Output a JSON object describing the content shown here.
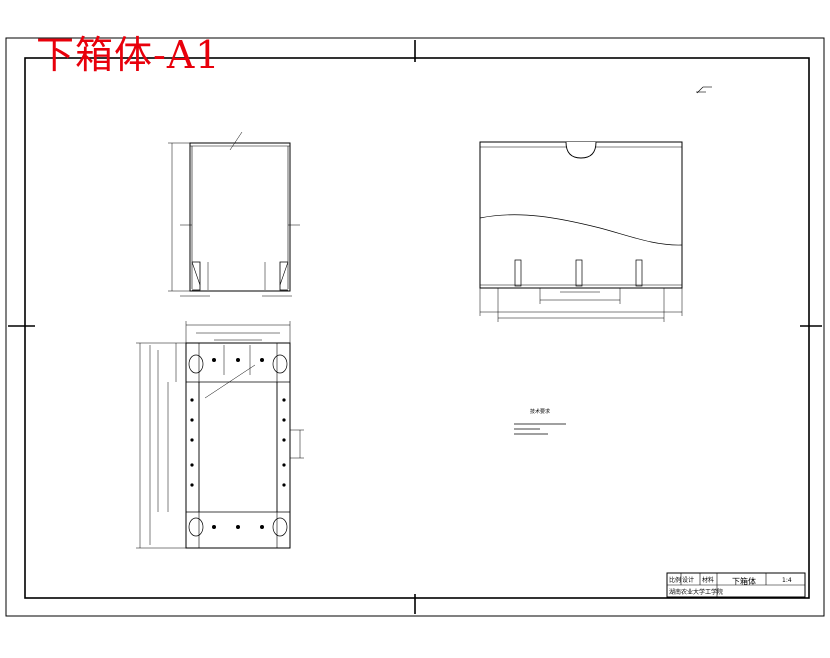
{
  "drawing": {
    "title": "下箱体-A1"
  },
  "title_block": {
    "part_name": "下箱体",
    "scale": "1:4",
    "row1_a": "设计",
    "row1_b": "材料",
    "row1_c": "比例",
    "row2": "湖南农业大学工学院"
  },
  "notes": {
    "heading": "技术要求"
  },
  "colors": {
    "ink": "#000000",
    "title": "#e8000b"
  }
}
